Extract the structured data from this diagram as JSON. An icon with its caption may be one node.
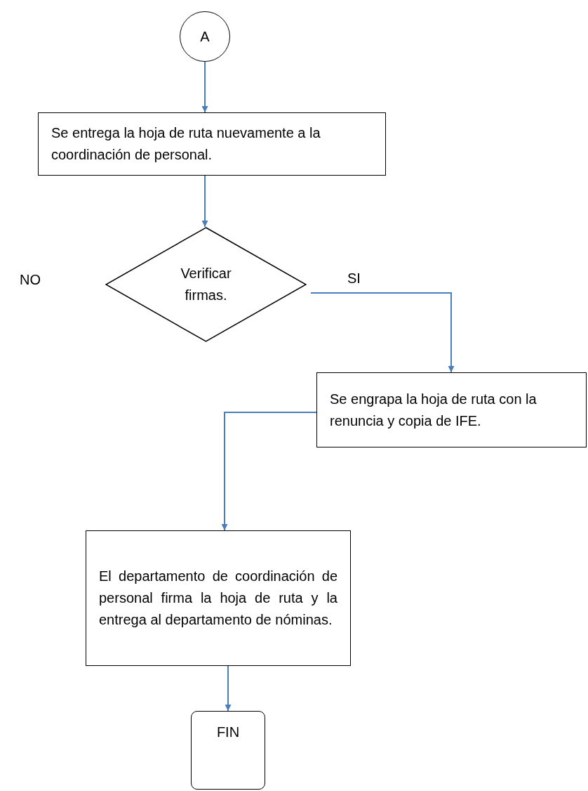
{
  "diagram": {
    "nodes": [
      {
        "text": [
          "A"
        ]
      },
      {
        "text": [
          "Se entrega la hoja de ruta nuevamente a la coordinación de personal."
        ]
      },
      {
        "text": [
          "Verificar firmas."
        ]
      },
      {
        "text": [
          "Se engrapa la hoja de ruta con la renuncia y copia de IFE."
        ]
      },
      {
        "text": [
          "El departamento de coordinación de personal firma la hoja de ruta y la entrega al departamento de nóminas."
        ]
      },
      {
        "text": [
          "FIN"
        ]
      }
    ],
    "edges": [
      {
        "from": 0,
        "to": 1,
        "arrow": "to"
      },
      {
        "from": 1,
        "to": 2,
        "arrow": "to"
      },
      {
        "from": 2,
        "to": 3,
        "arrow": "to",
        "label": "SI"
      },
      {
        "from": 3,
        "to": 4,
        "arrow": "to"
      },
      {
        "from": 4,
        "to": 5,
        "arrow": "to"
      }
    ],
    "labels": [
      "NO"
    ]
  }
}
